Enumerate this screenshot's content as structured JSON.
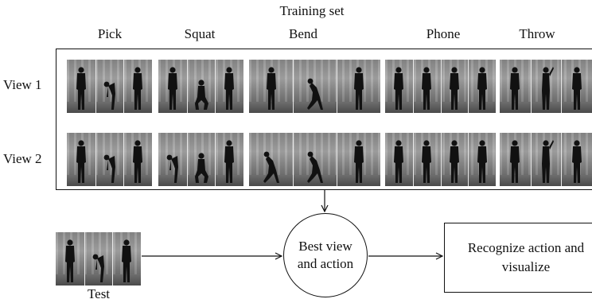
{
  "title": "Training set",
  "actions": [
    "Pick",
    "Squat",
    "Bend",
    "Phone",
    "Throw"
  ],
  "views": [
    "View 1",
    "View 2"
  ],
  "test_label": "Test",
  "center_node": {
    "line1": "Best view",
    "line2": "and action"
  },
  "output_node": {
    "line1": "Recognize action and",
    "line2": "visualize"
  }
}
